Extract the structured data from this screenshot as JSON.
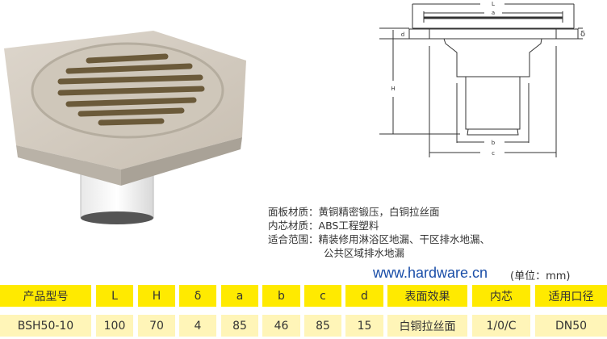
{
  "specs": [
    {
      "label": "面板材质：",
      "value": "黄铜精密锻压，白铜拉丝面"
    },
    {
      "label": "内芯材质：",
      "value": "ABS工程塑料"
    },
    {
      "label": "适合范围：",
      "value": "精装修用淋浴区地漏、干区排水地漏、"
    },
    {
      "label": "",
      "value": "公共区域排水地漏"
    }
  ],
  "unit": "(单位：mm)",
  "diagram": {
    "labels": {
      "L": "L",
      "a": "a",
      "d": "d",
      "delta": "δ",
      "H": "H",
      "b": "b",
      "c": "c"
    }
  },
  "table": {
    "headers": [
      "产品型号",
      "L",
      "H",
      "δ",
      "a",
      "b",
      "c",
      "d",
      "表面效果",
      "内芯",
      "适用口径"
    ],
    "rows": [
      [
        "BSH50-10",
        "100",
        "70",
        "4",
        "85",
        "46",
        "85",
        "15",
        "白铜拉丝面",
        "1/0/C",
        "DN50"
      ]
    ]
  },
  "watermark": "www.hardware.cn",
  "colors": {
    "header": "#ffea00",
    "row": "#fff5b8",
    "watermark": "#1a4ea8"
  }
}
